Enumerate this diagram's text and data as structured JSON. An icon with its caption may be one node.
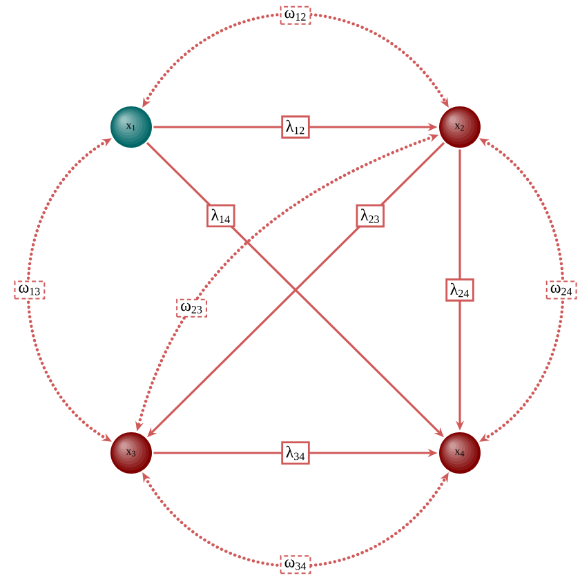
{
  "diagram": {
    "nodes": [
      {
        "text": [
          "x$_{1}$"
        ]
      },
      {
        "text": [
          "x$_{2}$"
        ]
      },
      {
        "text": [
          "x$_{3}$"
        ]
      },
      {
        "text": [
          "x$_{4}$"
        ]
      }
    ],
    "edges": [
      {
        "from": 0,
        "to": 1,
        "arrow": "to",
        "label": "λ$_{12}$"
      },
      {
        "from": 0,
        "to": 3,
        "arrow": "to",
        "label": "λ$_{14}$"
      },
      {
        "from": 1,
        "to": 2,
        "arrow": "to",
        "label": "λ$_{23}$"
      },
      {
        "from": 1,
        "to": 3,
        "arrow": "to",
        "label": "λ$_{24}$"
      },
      {
        "from": 2,
        "to": 3,
        "arrow": "to",
        "label": "λ$_{34}$"
      },
      {
        "from": 0,
        "to": 1,
        "arrow": "both",
        "label": "ω$_{12}$",
        "style": "dashed"
      },
      {
        "from": 0,
        "to": 2,
        "arrow": "both",
        "label": "ω$_{13}$",
        "style": "dashed"
      },
      {
        "from": 1,
        "to": 2,
        "arrow": "both",
        "label": "ω$_{23}$",
        "style": "dashed"
      },
      {
        "from": 1,
        "to": 3,
        "arrow": "both",
        "label": "ω$_{24}$",
        "style": "dashed"
      },
      {
        "from": 2,
        "to": 3,
        "arrow": "both",
        "label": "ω$_{34}$",
        "style": "dashed"
      }
    ]
  }
}
